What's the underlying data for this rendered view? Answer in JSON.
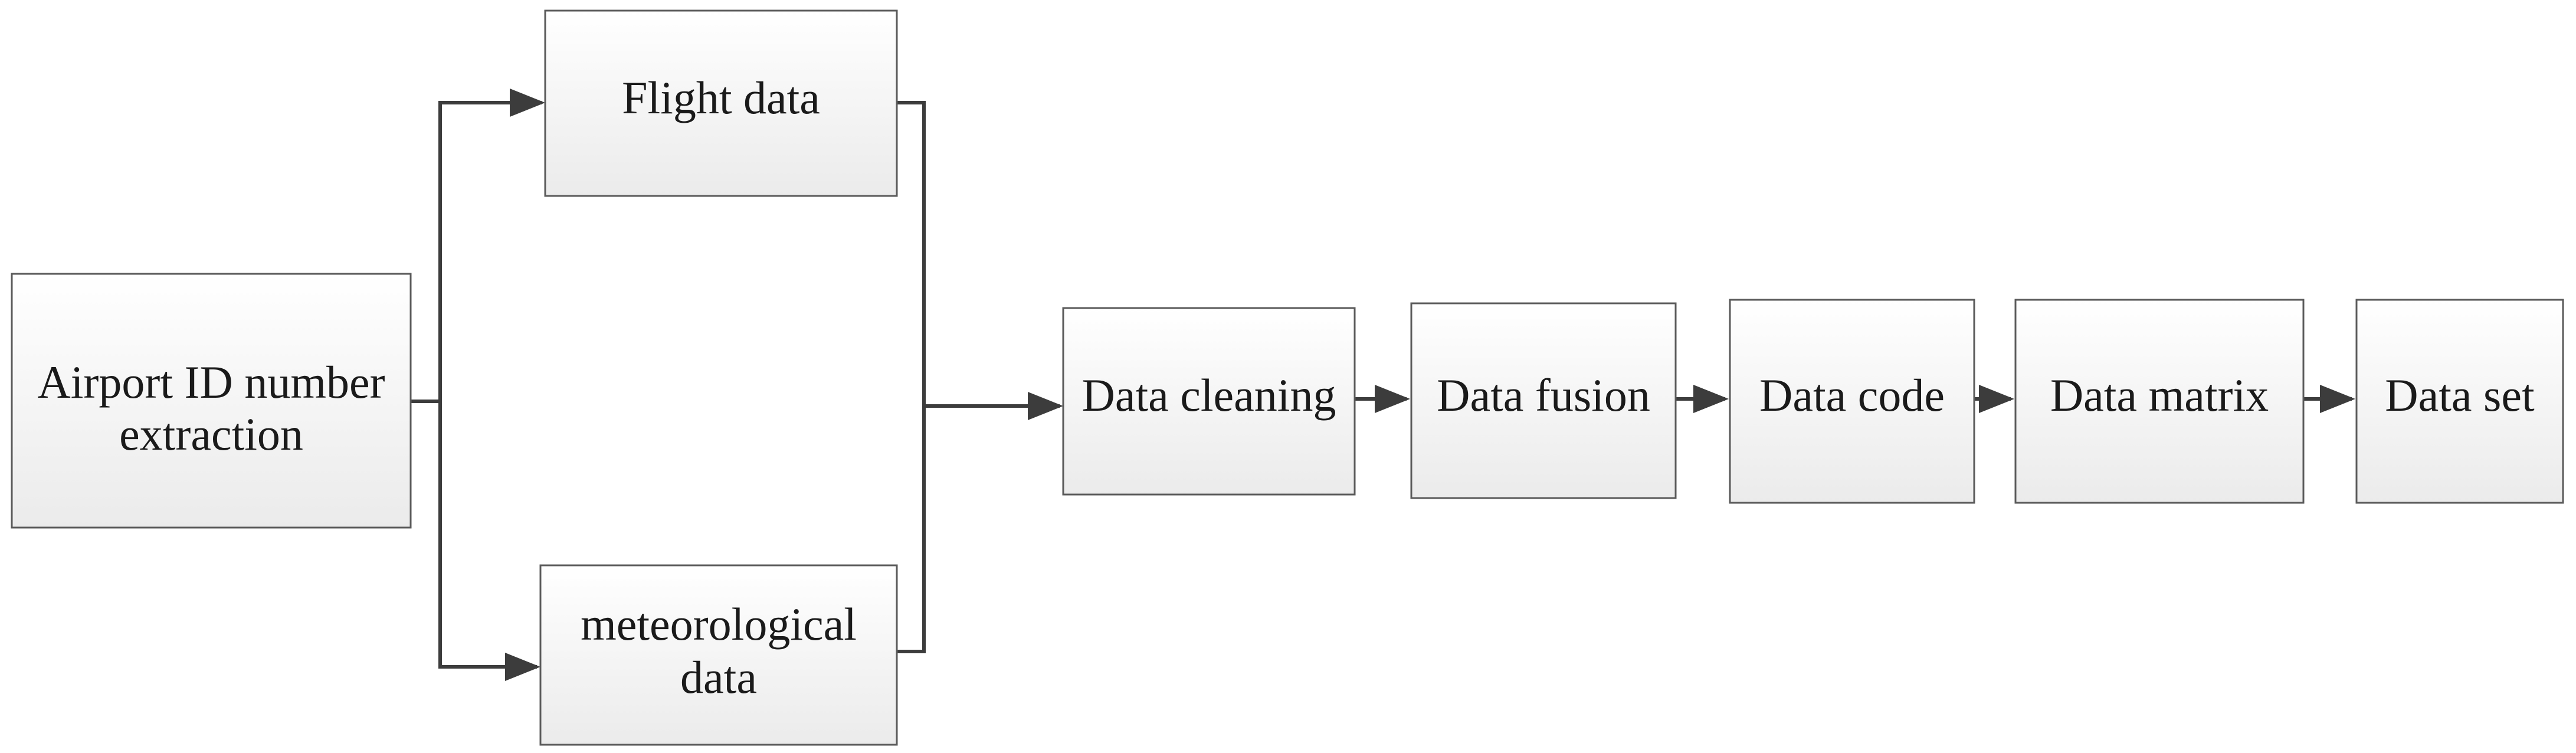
{
  "diagram": {
    "nodes": {
      "airport": {
        "line1": "Airport ID number",
        "line2": "extraction"
      },
      "flight": {
        "label": "Flight data"
      },
      "meteo": {
        "line1": "meteorological",
        "line2": "data"
      },
      "cleaning": {
        "label": "Data cleaning"
      },
      "fusion": {
        "label": "Data fusion"
      },
      "code": {
        "label": "Data code"
      },
      "matrix": {
        "label": "Data matrix"
      },
      "set": {
        "label": "Data set"
      }
    },
    "edges": [
      {
        "from": "airport",
        "to": "flight"
      },
      {
        "from": "airport",
        "to": "meteo"
      },
      {
        "from": "flight",
        "to": "cleaning"
      },
      {
        "from": "meteo",
        "to": "cleaning"
      },
      {
        "from": "cleaning",
        "to": "fusion"
      },
      {
        "from": "fusion",
        "to": "code"
      },
      {
        "from": "code",
        "to": "matrix"
      },
      {
        "from": "matrix",
        "to": "set"
      }
    ],
    "colors": {
      "box_fill_top": "#ffffff",
      "box_fill_bottom": "#ebebeb",
      "box_border": "#5a5a5a",
      "connector": "#3c3c3c",
      "text": "#1a1a1a"
    }
  }
}
